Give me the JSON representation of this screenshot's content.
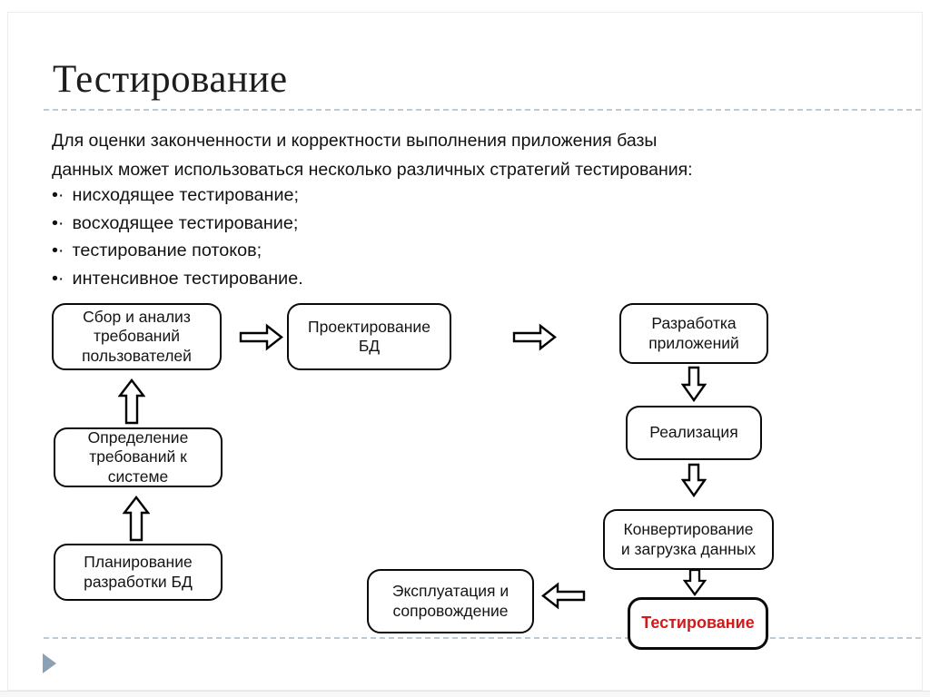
{
  "slide": {
    "title": "Тестирование",
    "intro_lines": [
      "Для оценки законченности и корректности выполнения приложения базы",
      "данных может использоваться несколько различных стратегий тестирования:"
    ],
    "bullet_prefix": "•·",
    "bullets": [
      "нисходящее тестирование;",
      "восходящее тестирование;",
      "тестирование потоков;",
      "интенсивное тестирование."
    ]
  },
  "flowchart": {
    "boxes": {
      "collect_requirements": {
        "lines": [
          "Сбор и анализ",
          "требований",
          "пользователей"
        ]
      },
      "db_design": {
        "lines": [
          "Проектирование",
          "БД"
        ]
      },
      "app_development": {
        "lines": [
          "Разработка",
          "приложений"
        ]
      },
      "system_requirements": {
        "lines": [
          "Определение",
          "требований к",
          "системе"
        ]
      },
      "db_planning": {
        "lines": [
          "Планирование",
          "разработки БД"
        ]
      },
      "implementation": {
        "lines": [
          "Реализация"
        ]
      },
      "data_conversion": {
        "lines": [
          "Конвертирование",
          "и загрузка данных"
        ]
      },
      "testing": {
        "lines": [
          "Тестирование"
        ],
        "highlighted": true
      },
      "maintenance": {
        "lines": [
          "Эксплуатация и",
          "сопровождение"
        ]
      }
    },
    "colors": {
      "box_border": "#0a0a0a",
      "testing_text": "#d31a1a"
    }
  },
  "footer": {
    "divider_color": "#bfcbd4",
    "nav_arrow_color": "#8ba1b4"
  }
}
